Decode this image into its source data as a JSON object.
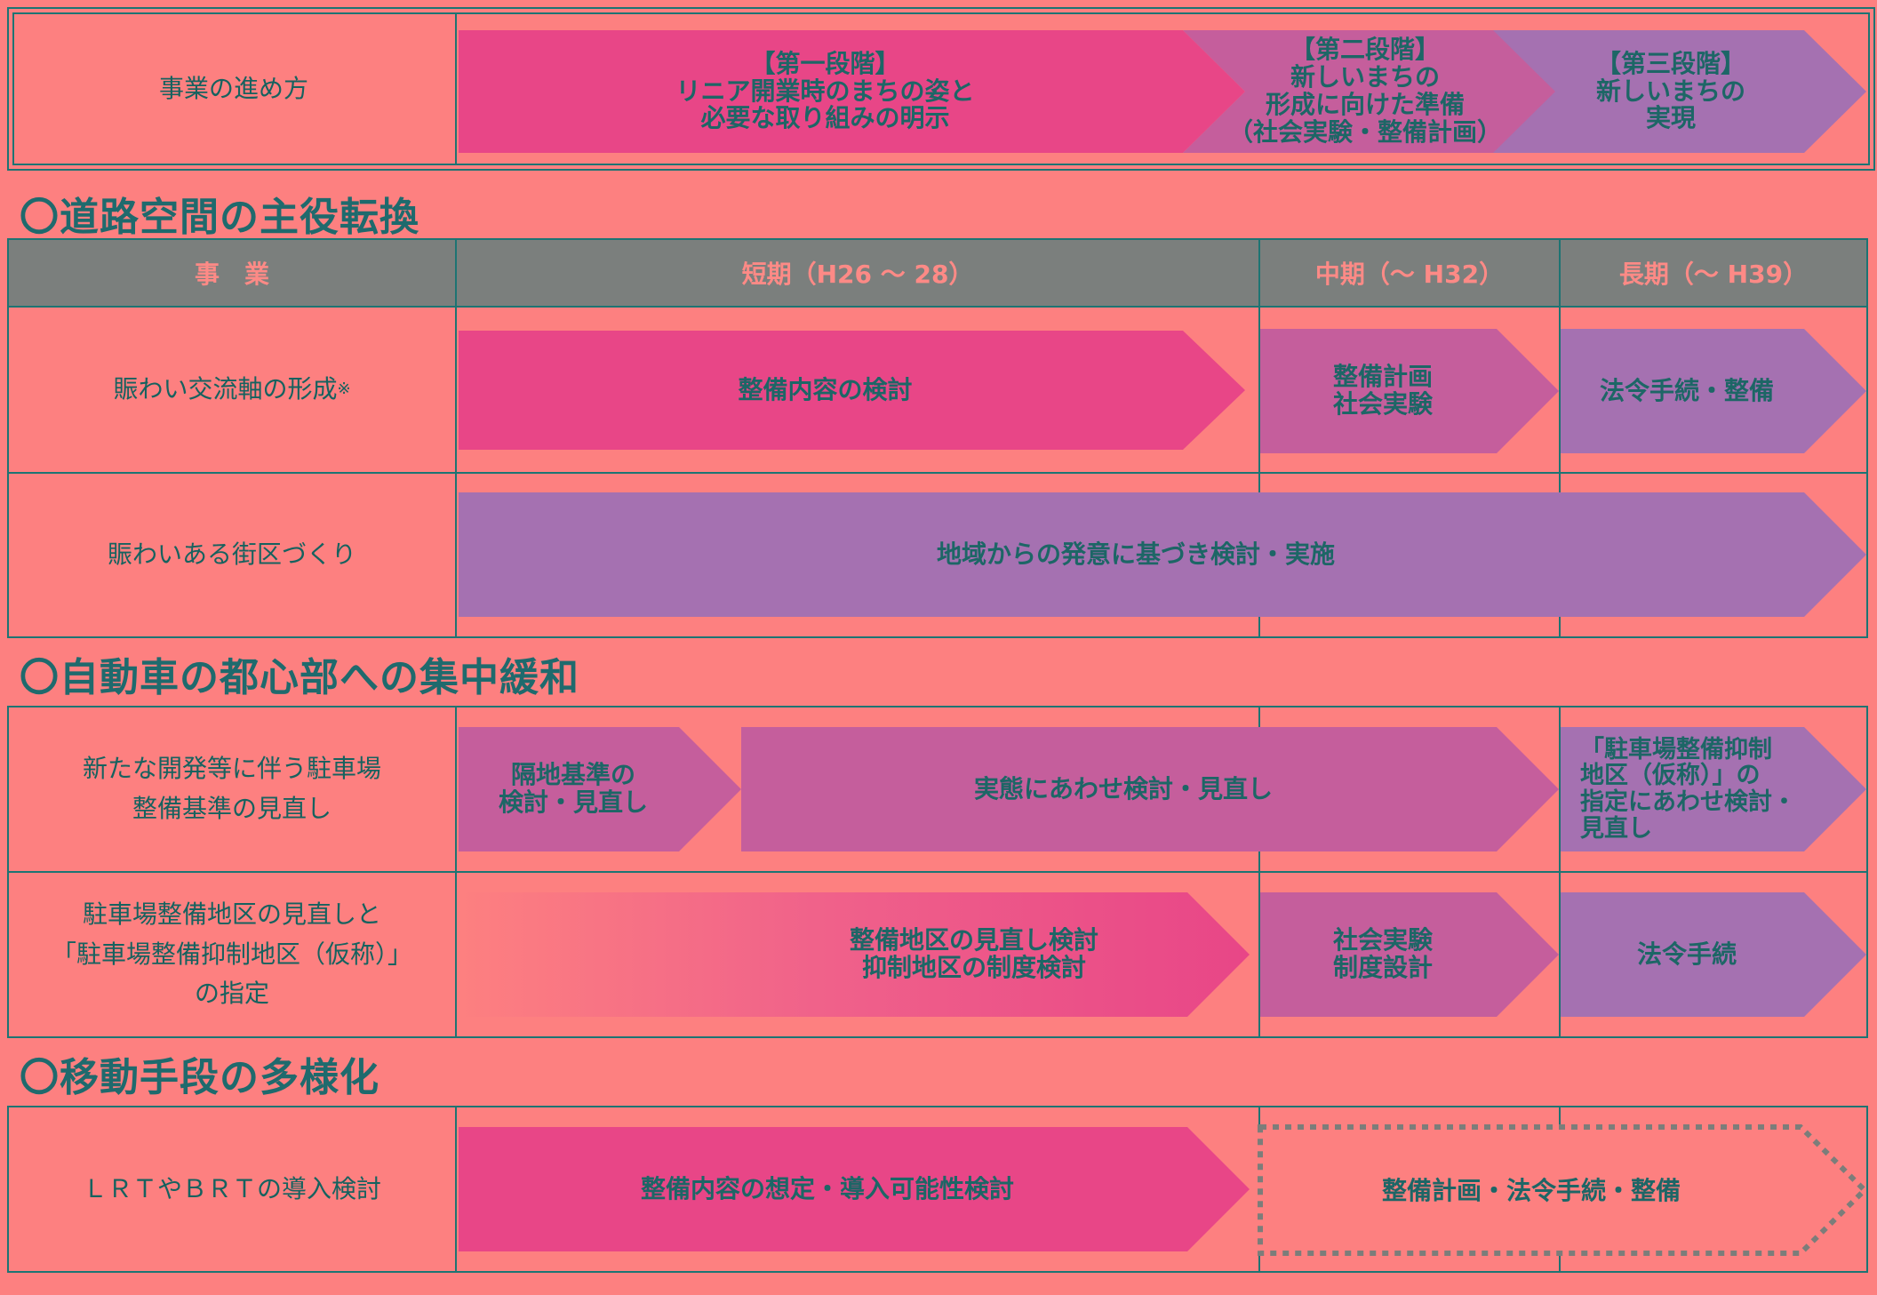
{
  "stages": {
    "row_label": "事業の進め方",
    "stage1": "【第一段階】\nリニア開業時のまちの姿と\n必要な取り組みの明示",
    "stage2": "【第二段階】\n新しいまちの\n形成に向けた準備\n（社会実験・整備計画）",
    "stage3": "【第三段階】\n新しいまちの\n実現"
  },
  "section1": {
    "title": "〇道路空間の主役転換",
    "header": {
      "col_project": "事　業",
      "col_short": "短期（H26 ～ 28）",
      "col_mid": "中期（～ H32）",
      "col_long": "長期（～ H39）"
    },
    "rows": [
      {
        "label": "賑わい交流軸の形成",
        "note_mark": "※",
        "short": "整備内容の検討",
        "mid": "整備計画\n社会実験",
        "long": "法令手続・整備"
      },
      {
        "label": "賑わいある街区づくり",
        "span": "地域からの発意に基づき検討・実施"
      }
    ]
  },
  "section2": {
    "title": "〇自動車の都心部への集中緩和",
    "rows": [
      {
        "label": "新たな開発等に伴う駐車場\n整備基準の見直し",
        "a": "隔地基準の\n検討・見直し",
        "b": "実態にあわせ検討・見直し",
        "c": "「駐車場整備抑制\n地区（仮称）」の\n指定にあわせ検討・\n見直し"
      },
      {
        "label": "駐車場整備地区の見直しと\n「駐車場整備抑制地区（仮称）」\nの指定",
        "short": "整備地区の見直し検討\n抑制地区の制度検討",
        "mid": "社会実験\n制度設計",
        "long": "法令手続"
      }
    ]
  },
  "section3": {
    "title": "〇移動手段の多様化",
    "rows": [
      {
        "label": "ＬＲＴやＢＲＴの導入検討",
        "short": "整備内容の想定・導入可能性検討",
        "later": "整備計画・法令手続・整備"
      }
    ]
  },
  "colors": {
    "background": "#fd8080",
    "stage1": "#e84687",
    "stage2": "#c55e9c",
    "stage3": "#a571b1",
    "header": "#7b7f7d",
    "rule": "#1d7473"
  }
}
